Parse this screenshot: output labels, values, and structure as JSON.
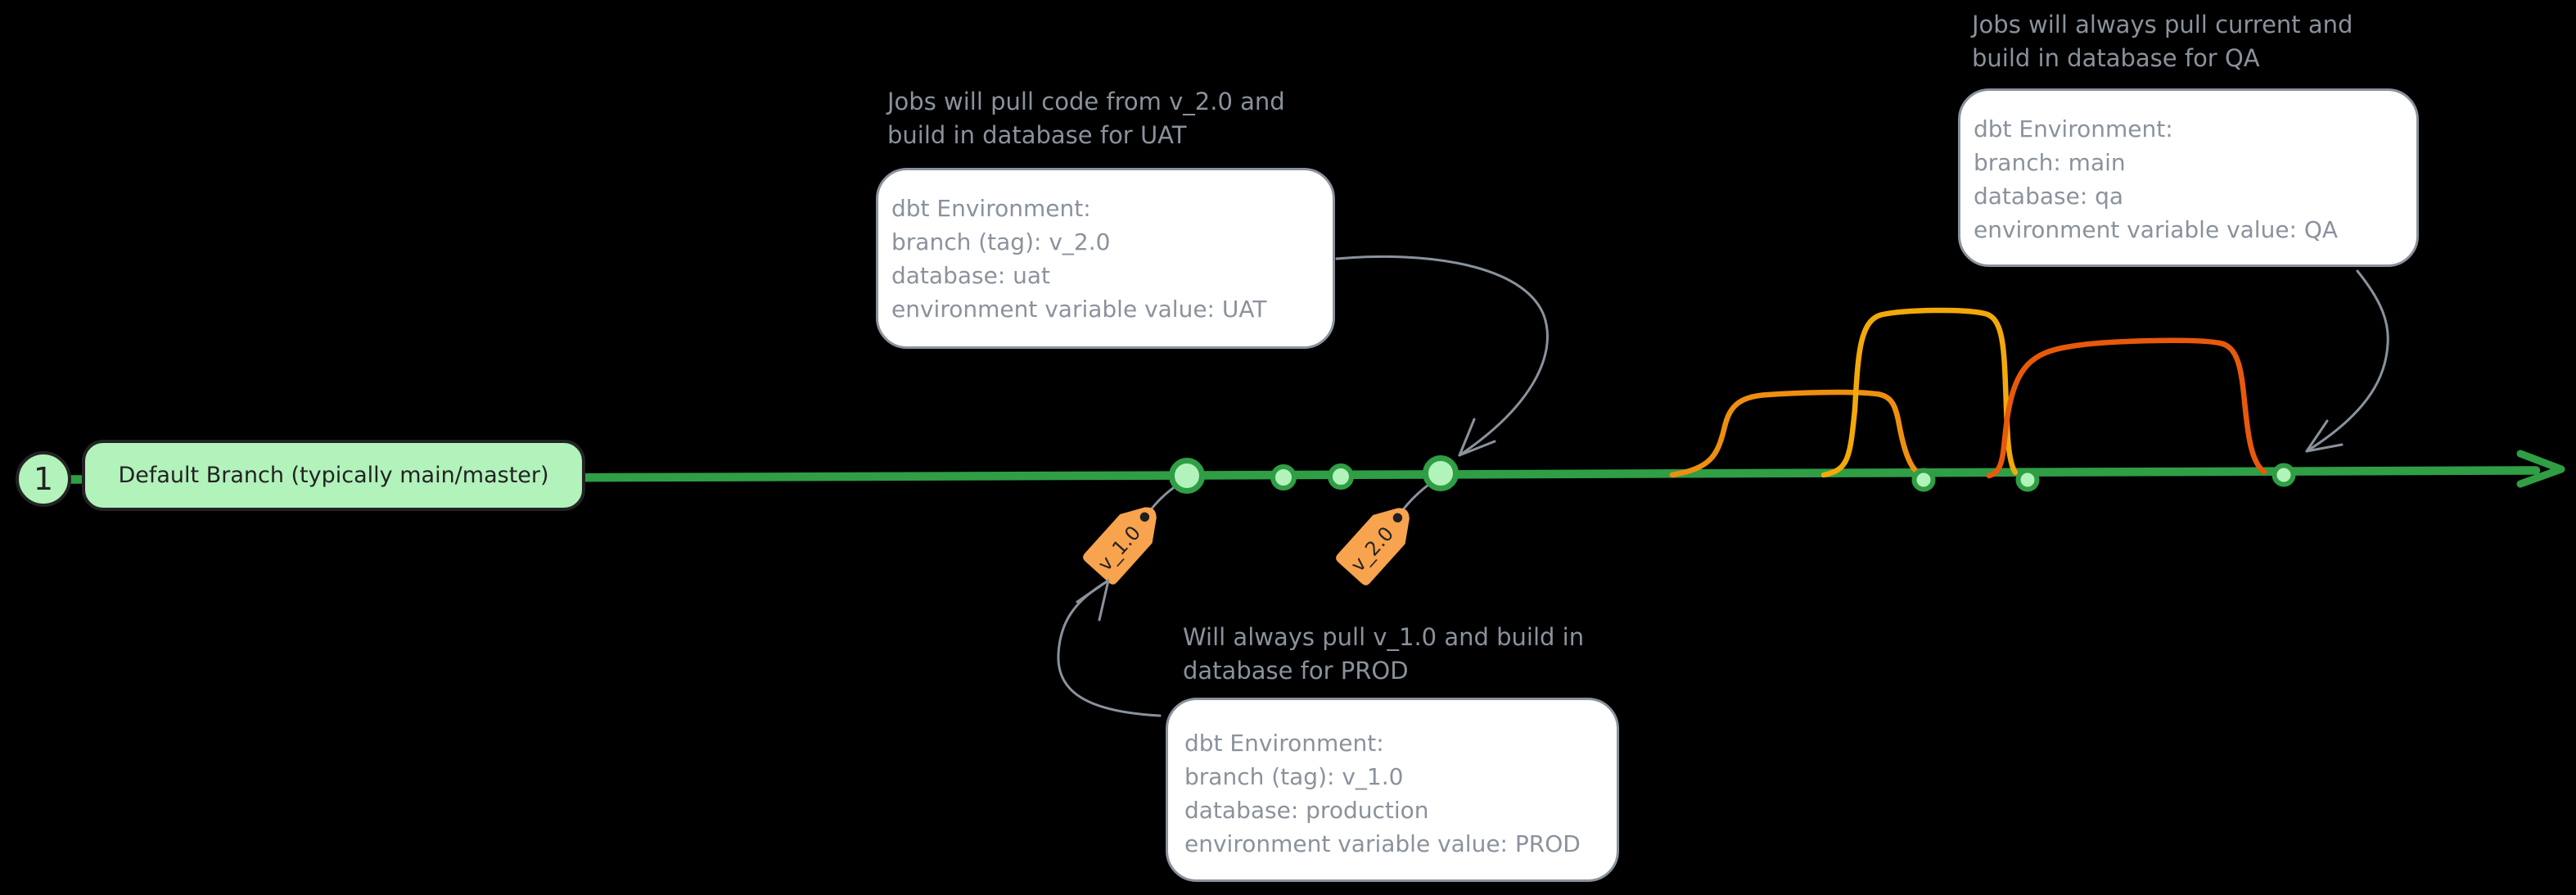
{
  "colors": {
    "background": "#000000",
    "dark": "#232323",
    "green_fill": "#b2f2bb",
    "green_stroke": "#2f9e44",
    "gray": "#8a929c",
    "white": "#ffffff",
    "tag_orange": "#f8a34e",
    "tag_hole": "#1f1f1f",
    "feature_branch_orange": "#ee8f0f",
    "feature_branch_yellow": "#f3a90a",
    "feature_branch_red_orange": "#e8590c"
  },
  "timeline": {
    "step_badge": "1",
    "default_branch_label": "Default Branch (typically main/master)"
  },
  "tags": {
    "v1": "v_1.0",
    "v2": "v_2.0"
  },
  "callouts": {
    "uat": {
      "title": [
        "Jobs will pull code from v_2.0 and",
        "build in database for UAT"
      ],
      "body": [
        "dbt Environment:",
        "branch (tag): v_2.0",
        "database: uat",
        "environment variable value: UAT"
      ]
    },
    "qa": {
      "title": [
        "Jobs will always pull current and",
        "build in database for QA"
      ],
      "body": [
        "dbt Environment:",
        "branch: main",
        "database: qa",
        "environment variable value: QA"
      ]
    },
    "prod": {
      "title": [
        "Will always pull v_1.0 and build in",
        "database for PROD"
      ],
      "body": [
        "dbt Environment:",
        "branch (tag): v_1.0",
        "database: production",
        "environment variable value: PROD"
      ]
    }
  }
}
